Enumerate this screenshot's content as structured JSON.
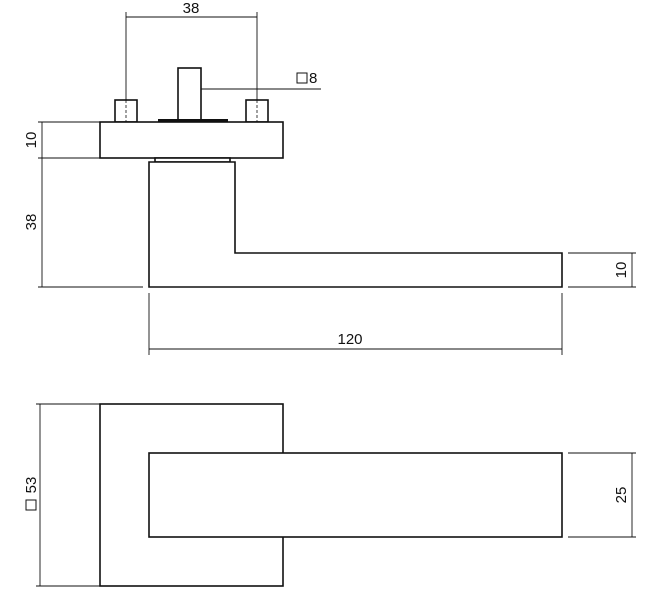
{
  "dimensions": {
    "top_width": "38",
    "square_spindle": "8",
    "rose_thickness": "10",
    "lever_height": "38",
    "lever_length": "120",
    "lever_thickness": "10",
    "rose_square": "53",
    "lever_width": "25"
  },
  "colors": {
    "line": "#111111",
    "background": "#ffffff"
  },
  "icons": {
    "square_symbol": "square-symbol-icon"
  }
}
